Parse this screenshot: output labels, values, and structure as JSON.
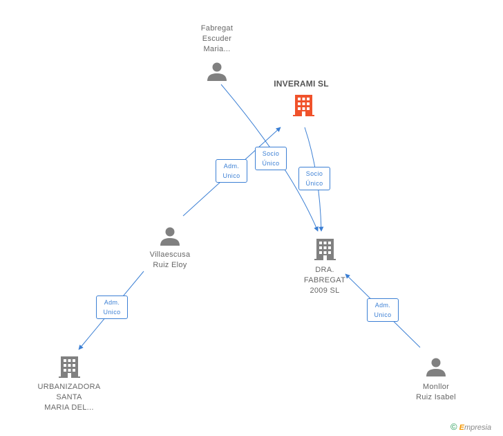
{
  "nodes": {
    "fabregat_escuder": {
      "label": "Fabregat\nEscuder\nMaria...",
      "kind": "person"
    },
    "inverami": {
      "label": "INVERAMI SL",
      "kind": "company-focus"
    },
    "villaescusa": {
      "label": "Villaescusa\nRuiz Eloy",
      "kind": "person"
    },
    "dra_fabregat": {
      "label": "DRA.\nFABREGAT\n2009 SL",
      "kind": "company"
    },
    "urbanizadora": {
      "label": "URBANIZADORA\nSANTA\nMARIA DEL...",
      "kind": "company"
    },
    "monllor": {
      "label": "Monllor\nRuiz Isabel",
      "kind": "person"
    }
  },
  "relations": {
    "rel1": {
      "label": "Adm.\nUnico"
    },
    "rel2": {
      "label": "Socio\nÚnico"
    },
    "rel3": {
      "label": "Socio\nÚnico"
    },
    "rel4": {
      "label": "Adm.\nUnico"
    },
    "rel5": {
      "label": "Adm.\nUnico"
    }
  },
  "colors": {
    "edge": "#3b7fd4",
    "person_icon": "#808080",
    "company_icon": "#808080",
    "focus_icon": "#f0522b"
  },
  "watermark": {
    "copyright": "©",
    "brand_first": "E",
    "brand_rest": "mpresia"
  }
}
